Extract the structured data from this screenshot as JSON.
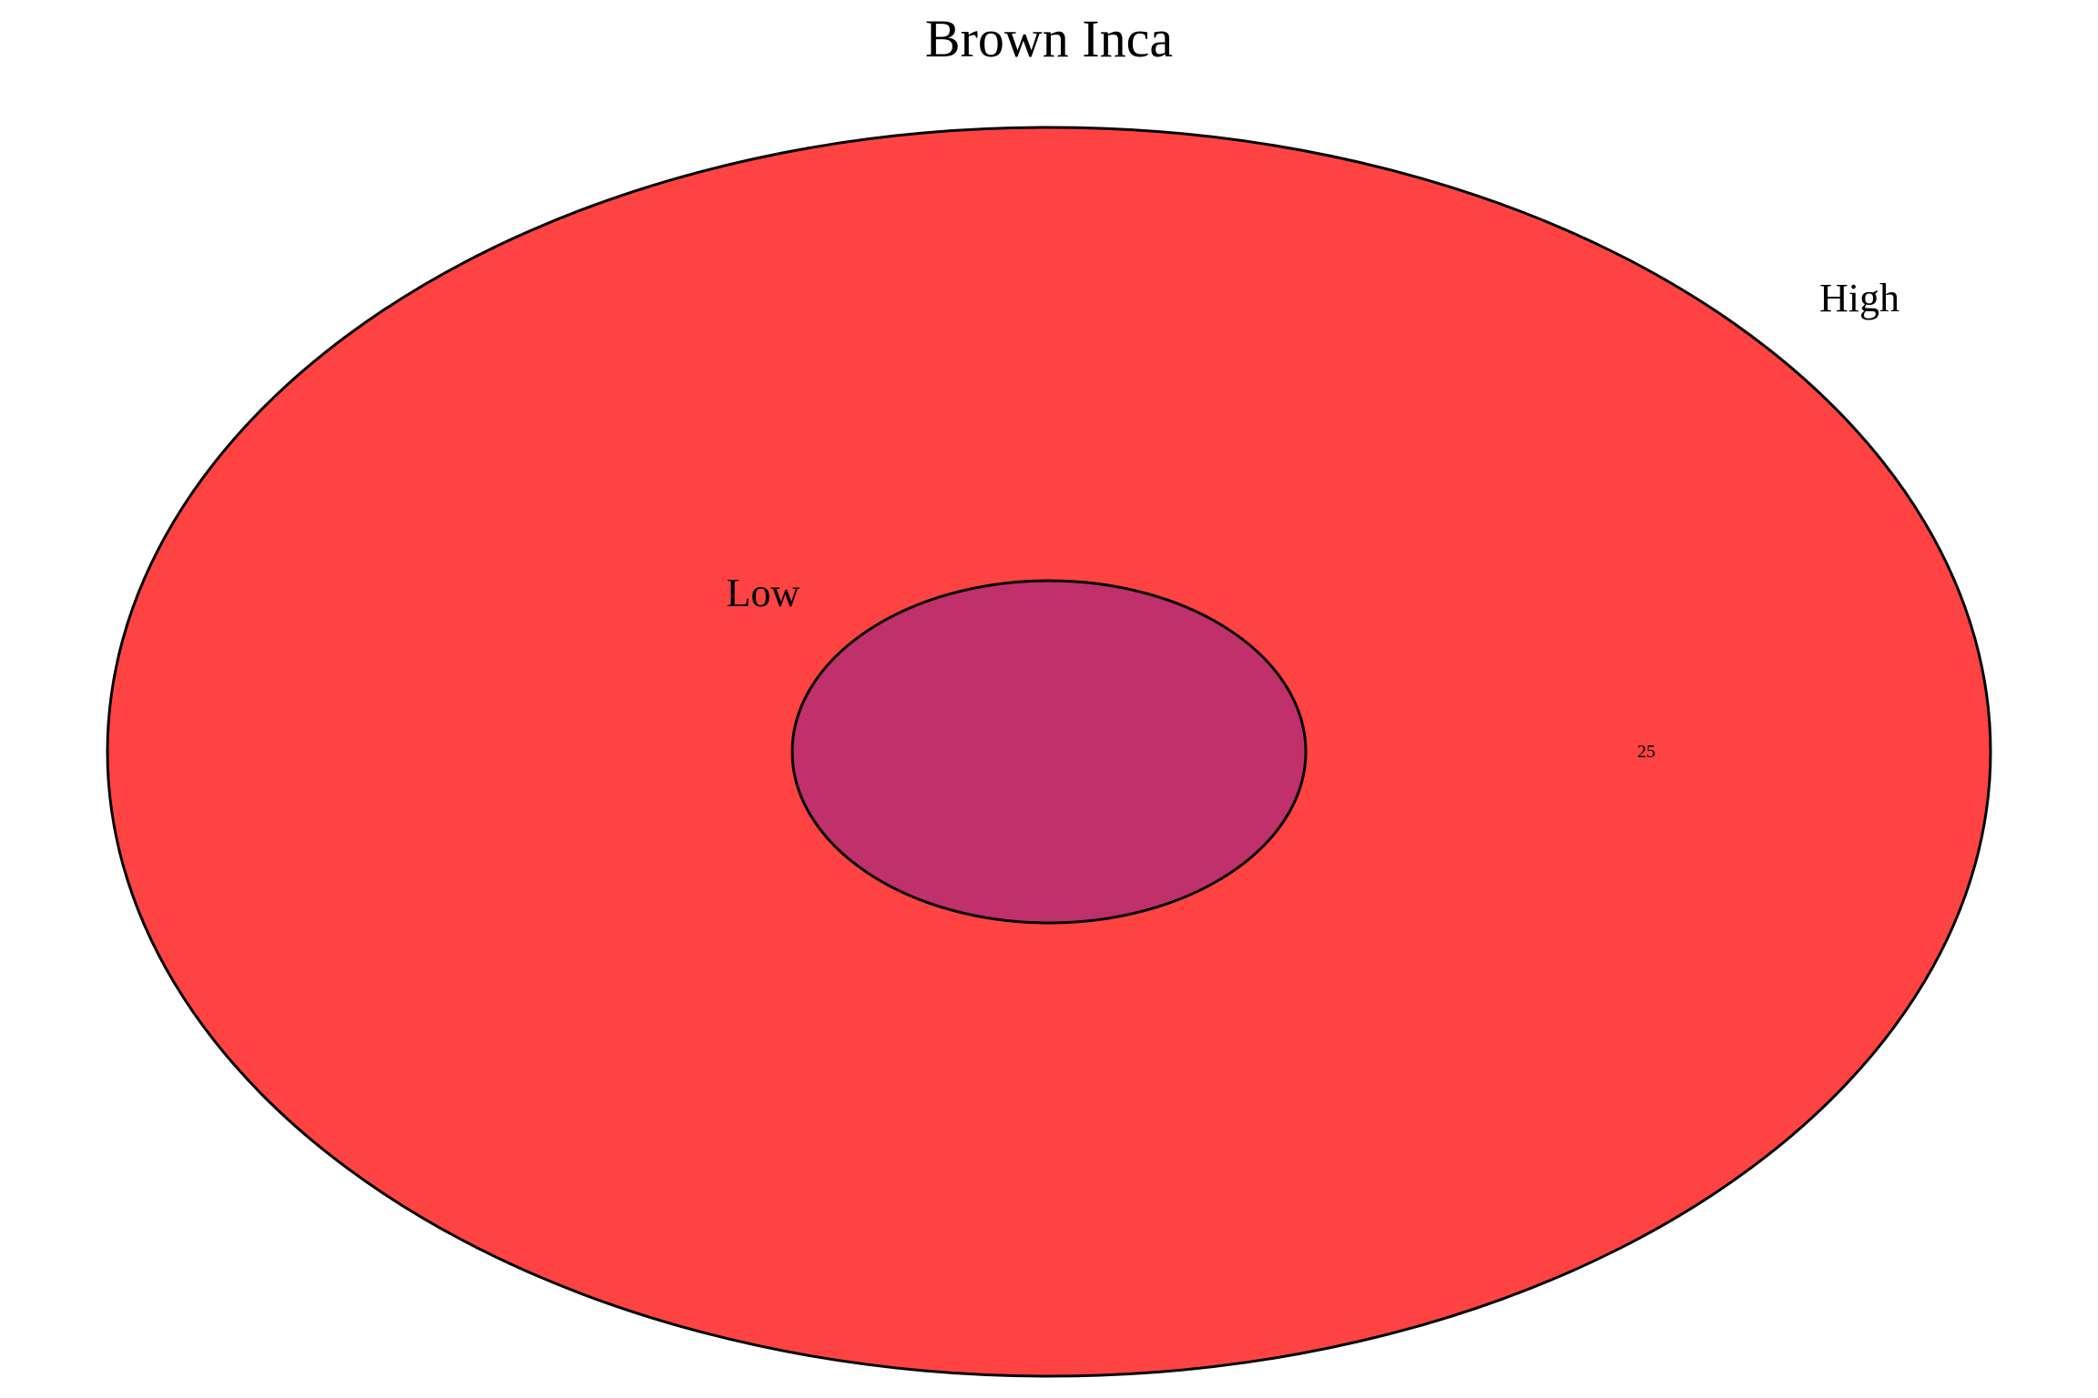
{
  "diagram": {
    "title": "Brown Inca",
    "sets": [
      {
        "name": "High",
        "color": "#ff4343",
        "region_label": "25"
      },
      {
        "name": "Low",
        "color": "#c0306a",
        "region_label": ""
      }
    ],
    "stroke_color": "#000000"
  }
}
